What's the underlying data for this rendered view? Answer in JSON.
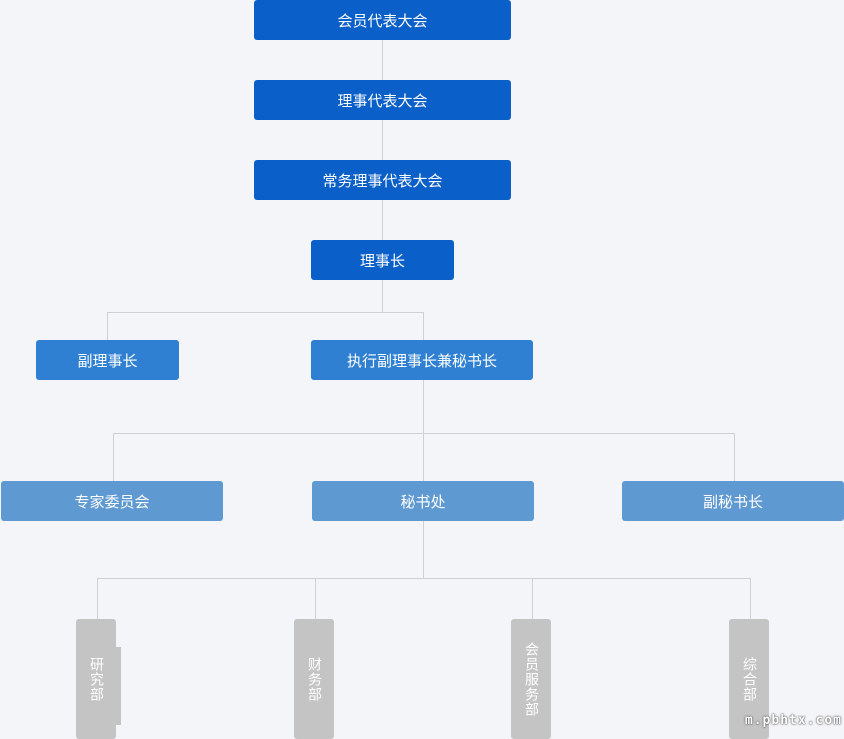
{
  "org_chart": {
    "top": [
      {
        "id": "members-congress",
        "label": "会员代表大会"
      },
      {
        "id": "council-congress",
        "label": "理事代表大会"
      },
      {
        "id": "standing-council",
        "label": "常务理事代表大会"
      },
      {
        "id": "chairman",
        "label": "理事长"
      }
    ],
    "vice": [
      {
        "id": "vice-chairman",
        "label": "副理事长"
      },
      {
        "id": "exec-vice-chairman",
        "label": "执行副理事长兼秘书长"
      }
    ],
    "offices": [
      {
        "id": "expert-committee",
        "label": "专家委员会"
      },
      {
        "id": "secretariat",
        "label": "秘书处"
      },
      {
        "id": "deputy-secretary",
        "label": "副秘书长"
      }
    ],
    "departments": [
      {
        "id": "research-dept",
        "label": "研究部"
      },
      {
        "id": "finance-dept",
        "label": "财务部"
      },
      {
        "id": "member-service-dept",
        "label": "会员服务部"
      },
      {
        "id": "general-dept",
        "label": "综合部"
      }
    ],
    "colors": {
      "level1": "#0a5fc8",
      "level2": "#2f80d2",
      "level3": "#5f99d2",
      "department": "#c4c4c4",
      "connector": "#d0d0d0",
      "background": "#f4f5f8"
    }
  },
  "watermark": "m.pbhtx.com"
}
